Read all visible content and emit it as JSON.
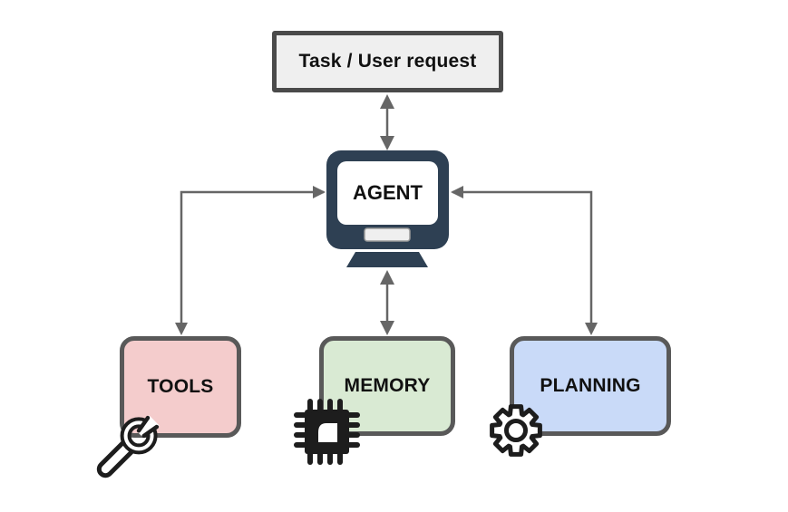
{
  "canvas": {
    "background": "#ffffff"
  },
  "diagram": {
    "task_box": {
      "label": "Task / User request",
      "fill": "#efefef",
      "border_color": "#4a4a4a"
    },
    "agent": {
      "label": "AGENT",
      "body_fill": "#2e4053",
      "screen_fill": "#ffffff",
      "button_fill": "#efefef"
    },
    "modules": {
      "tools": {
        "label": "TOOLS",
        "fill": "#f4cccc",
        "icon": "wrench-icon"
      },
      "memory": {
        "label": "MEMORY",
        "fill": "#d9ead3",
        "icon": "chip-icon"
      },
      "planning": {
        "label": "PLANNING",
        "fill": "#c9daf8",
        "icon": "gear-icon"
      }
    },
    "connectors": [
      {
        "from": "task-box",
        "to": "agent",
        "style": "bidirectional-straight"
      },
      {
        "from": "agent",
        "to": "tools",
        "style": "bidirectional-elbow"
      },
      {
        "from": "agent",
        "to": "memory",
        "style": "bidirectional-straight"
      },
      {
        "from": "agent",
        "to": "planning",
        "style": "bidirectional-elbow"
      }
    ],
    "colors": {
      "connector": "#666666",
      "module_border": "#595959",
      "task_border": "#4a4a4a",
      "agent_navy": "#2e4053",
      "icon_ink": "#1d1d1d",
      "label_text": "#111111"
    }
  }
}
